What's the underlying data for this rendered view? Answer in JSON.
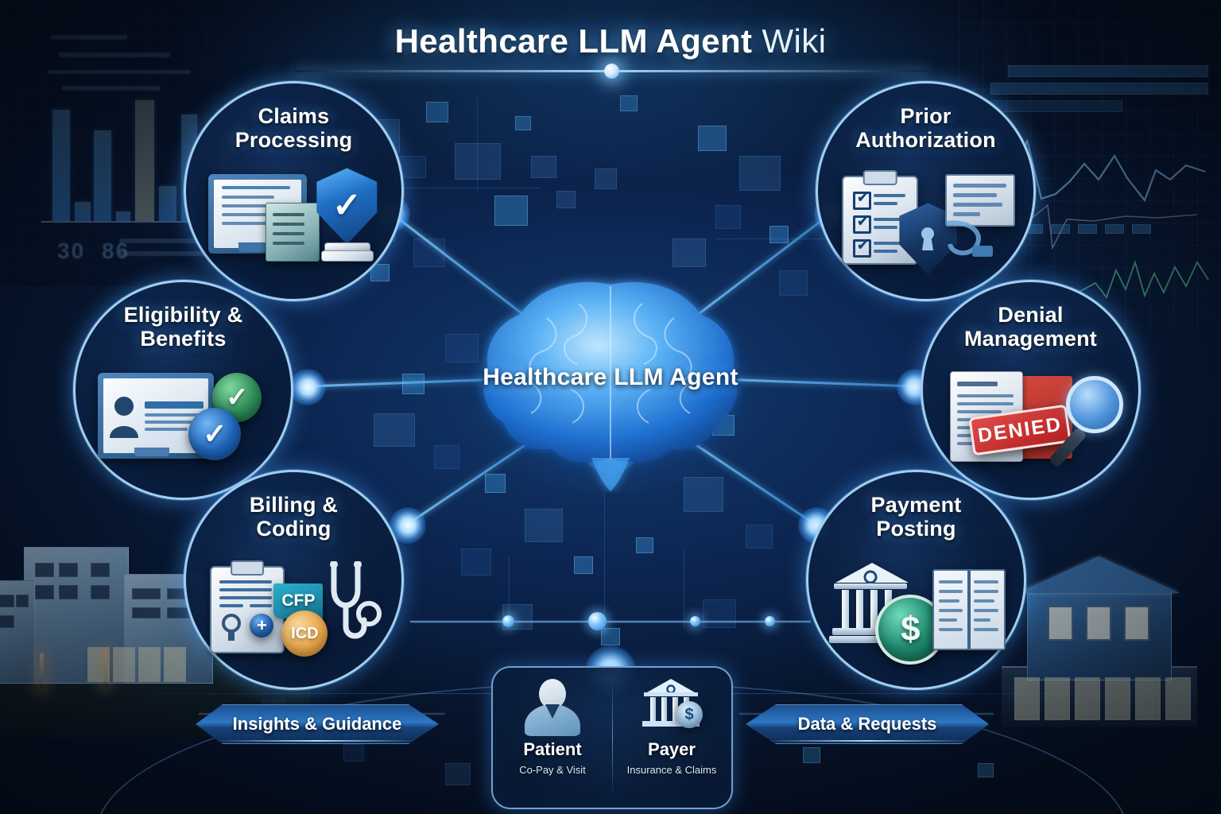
{
  "header": {
    "title_main": "Healthcare LLM Agent",
    "title_suffix": "Wiki"
  },
  "center": {
    "label": "Healthcare LLM Agent",
    "icon": "brain-icon"
  },
  "nodes": [
    {
      "id": "claims-processing",
      "title_line1": "Claims",
      "title_line2": "Processing",
      "icons": [
        "monitor-document-icon",
        "server-stack-icon",
        "shield-check-icon"
      ]
    },
    {
      "id": "prior-authorization",
      "title_line1": "Prior",
      "title_line2": "Authorization",
      "icons": [
        "clipboard-checklist-icon",
        "shield-lock-icon",
        "authorization-document-icon"
      ]
    },
    {
      "id": "eligibility-benefits",
      "title_line1": "Eligibility &",
      "title_line2": "Benefits",
      "icons": [
        "id-card-monitor-icon",
        "green-check-icon",
        "blue-check-icon"
      ]
    },
    {
      "id": "denial-management",
      "title_line1": "Denial",
      "title_line2": "Management",
      "icons": [
        "document-icon",
        "denied-stamp-icon",
        "magnifier-icon"
      ],
      "stamp_text": "DENIED"
    },
    {
      "id": "billing-coding",
      "title_line1": "Billing &",
      "title_line2": "Coding",
      "icons": [
        "clipboard-medical-icon",
        "cfp-badge-icon",
        "icd-badge-icon",
        "stethoscope-icon"
      ],
      "badge_cfp": "CFP",
      "badge_icd": "ICD"
    },
    {
      "id": "payment-posting",
      "title_line1": "Payment",
      "title_line2": "Posting",
      "icons": [
        "bank-icon",
        "dollar-coin-icon",
        "ledger-book-icon"
      ],
      "currency_symbol": "$"
    }
  ],
  "flows": [
    {
      "id": "insights-guidance",
      "label": "Insights & Guidance",
      "direction": "right"
    },
    {
      "id": "data-requests",
      "label": "Data & Requests",
      "direction": "left"
    }
  ],
  "actors": [
    {
      "id": "patient",
      "name": "Patient",
      "subtitle": "Co-Pay & Visit",
      "icon": "person-icon"
    },
    {
      "id": "payer",
      "name": "Payer",
      "subtitle": "Insurance & Claims",
      "icon": "bank-dollar-icon",
      "currency_symbol": "$"
    }
  ],
  "colors": {
    "background_deep": "#050e1f",
    "background_mid": "#0c2550",
    "accent_glow": "#5fb8ff",
    "node_border": "#afdeff",
    "title_text": "#ffffff",
    "check_green": "#2e8b57",
    "check_blue": "#1f63b8",
    "denied_red": "#c62828",
    "icd_orange": "#e8a council",
    "icd_orange_hex": "#e9a84c",
    "cfp_teal": "#1d8fb0",
    "money_green": "#1f8a6d"
  }
}
